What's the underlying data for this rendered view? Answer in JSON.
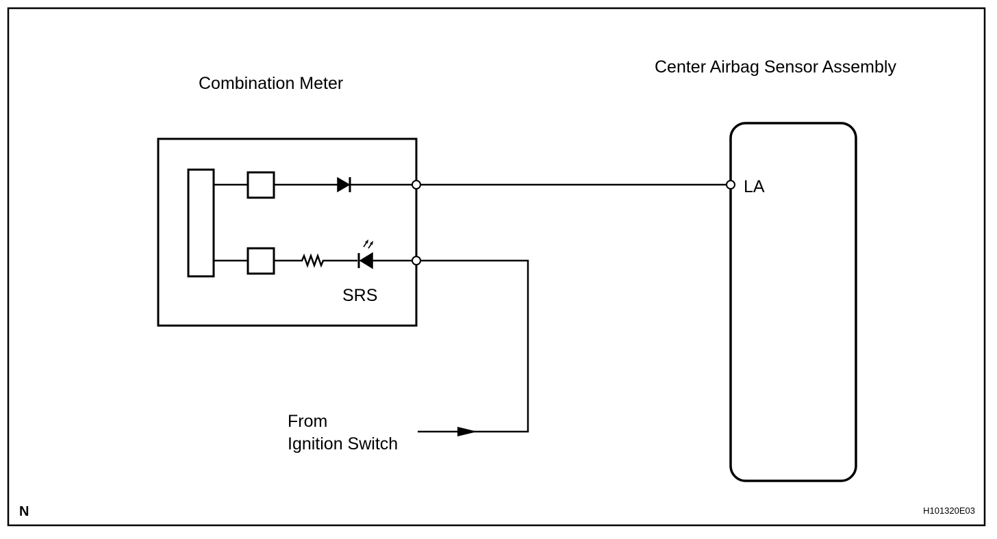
{
  "diagram": {
    "components": {
      "combination_meter": "Combination Meter",
      "airbag_sensor": "Center Airbag Sensor Assembly"
    },
    "terminals": {
      "la": "LA"
    },
    "indicators": {
      "srs": "SRS"
    },
    "sources": {
      "ignition_line1": "From",
      "ignition_line2": "Ignition Switch"
    },
    "corner_label": "N",
    "figure_code": "H101320E03"
  },
  "colors": {
    "line": "#000000",
    "background": "#ffffff"
  }
}
